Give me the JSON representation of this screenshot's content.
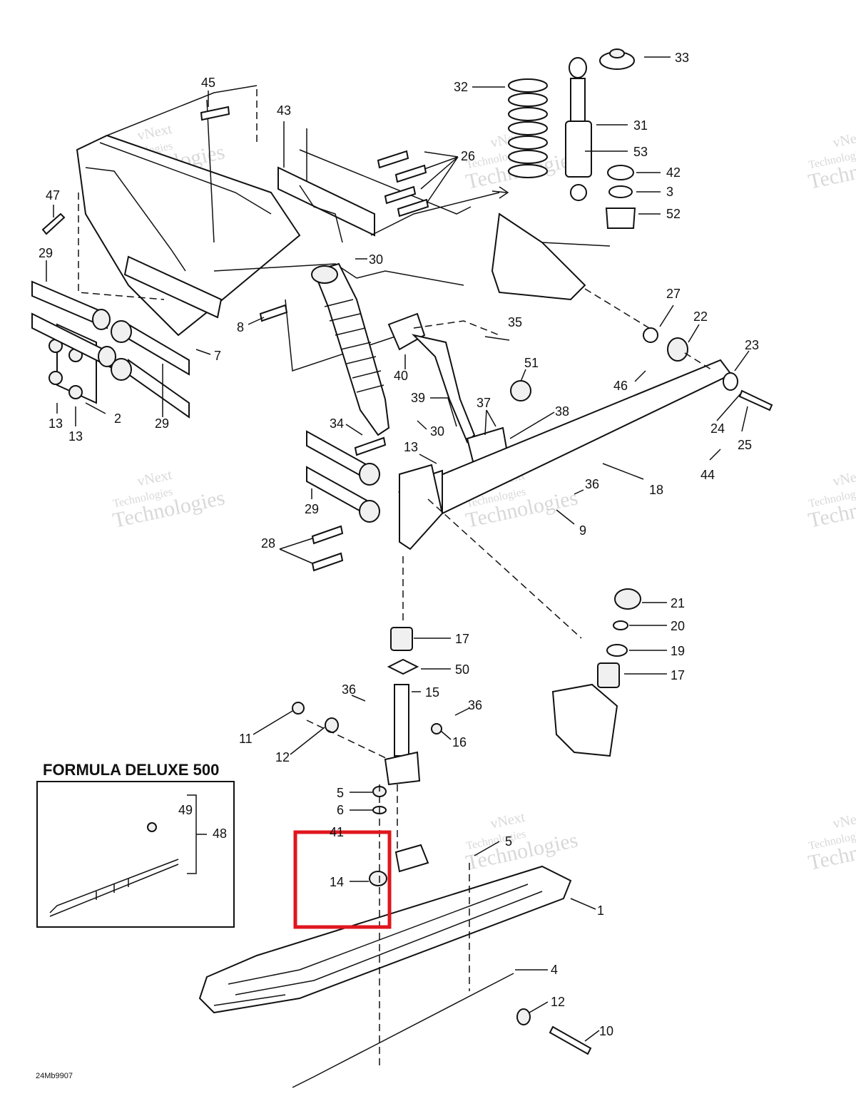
{
  "diagram": {
    "drawing_code": "24Mb9907",
    "inset_title": "FORMULA DELUXE 500",
    "watermark_line1": "vNext",
    "watermark_line2": "Technologies",
    "highlight_color": "#e0161e",
    "highlighted_part": "14",
    "part_numbers": {
      "p1": "1",
      "p2": "2",
      "p3": "3",
      "p4": "4",
      "p5a": "5",
      "p5b": "5",
      "p6": "6",
      "p7": "7",
      "p8": "8",
      "p9": "9",
      "p10": "10",
      "p11": "11",
      "p12a": "12",
      "p12b": "12",
      "p13a": "13",
      "p13b": "13",
      "p13c": "13",
      "p14": "14",
      "p15": "15",
      "p16": "16",
      "p17a": "17",
      "p17b": "17",
      "p18": "18",
      "p19": "19",
      "p20": "20",
      "p21": "21",
      "p22": "22",
      "p23": "23",
      "p24": "24",
      "p25": "25",
      "p26": "26",
      "p27": "27",
      "p28": "28",
      "p29a": "29",
      "p29b": "29",
      "p29c": "29",
      "p30a": "30",
      "p30b": "30",
      "p31": "31",
      "p32": "32",
      "p33": "33",
      "p34": "34",
      "p35": "35",
      "p36a": "36",
      "p36b": "36",
      "p36c": "36",
      "p37": "37",
      "p38": "38",
      "p39": "39",
      "p40": "40",
      "p41": "41",
      "p42": "42",
      "p43": "43",
      "p44": "44",
      "p45": "45",
      "p46": "46",
      "p47": "47",
      "p48": "48",
      "p49": "49",
      "p50": "50",
      "p51": "51",
      "p52": "52",
      "p53": "53"
    }
  }
}
